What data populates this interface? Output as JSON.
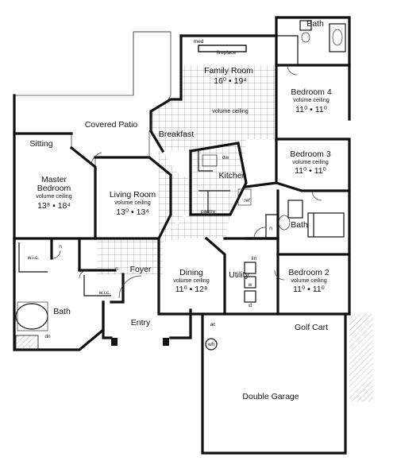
{
  "rooms": {
    "family_room": {
      "name": "Family Room",
      "dims": "16⁰ • 19⁴"
    },
    "family_ceiling": "volume ceiling",
    "med": "med",
    "fireplace": "fireplace",
    "breakfast": "Breakfast",
    "covered_patio": "Covered Patio",
    "sitting": "Sitting",
    "master_bedroom": {
      "name1": "Master",
      "name2": "Bedroom",
      "ceiling": "volume ceiling",
      "dims": "13⁸ • 18⁴"
    },
    "living_room": {
      "name": "Living Room",
      "ceiling": "volume ceiling",
      "dims": "13⁰ • 13⁴"
    },
    "kitchen": "Kitchen",
    "dw": "dw",
    "ref": "ref",
    "pantry": "pantry",
    "bedroom4": {
      "name": "Bedroom 4",
      "ceiling": "volume ceiling",
      "dims": "11⁰ • 11⁰"
    },
    "bedroom3": {
      "name": "Bedroom 3",
      "ceiling": "volume ceiling",
      "dims": "11⁰ • 11⁰"
    },
    "bedroom2": {
      "name": "Bedroom 2",
      "ceiling": "volume ceiling",
      "dims": "11⁰ • 11⁰"
    },
    "bath_top": "Bath",
    "bath_mid": "Bath",
    "bath_master": "Bath",
    "wic1": "w.i.c.",
    "wic2": "w.i.c.",
    "n1": "n",
    "n2": "n",
    "n3": "n",
    "lin": "lin",
    "utility": "Utility",
    "w": "w",
    "d": "d",
    "dining": {
      "name": "Dining",
      "ceiling": "volume ceiling",
      "dims": "11⁰ • 12⁸"
    },
    "foyer": "Foyer",
    "entry": "Entry",
    "ac": "ac",
    "wh": "wh",
    "golf_cart": "Golf Cart",
    "garage": "Double Garage",
    "dn": "dn"
  },
  "colors": {
    "wall": "#111111",
    "grid": "#555555",
    "hatch": "#888888"
  }
}
